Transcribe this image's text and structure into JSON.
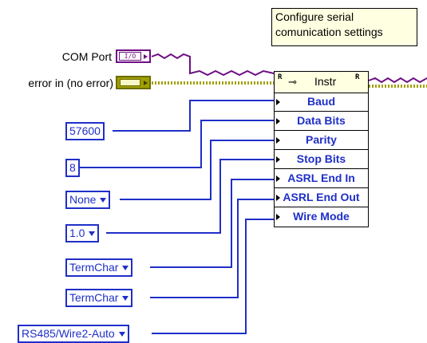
{
  "comment": {
    "line1": "Configure serial",
    "line2": "comunication settings"
  },
  "controls": {
    "com_port_label": "COM Port",
    "com_port_glyph": "I/O",
    "error_in_label": "error in (no error)"
  },
  "node": {
    "title": "Instr",
    "ref_glyph": "R",
    "properties": [
      "Baud",
      "Data Bits",
      "Parity",
      "Stop Bits",
      "ASRL End In",
      "ASRL End Out",
      "Wire Mode"
    ]
  },
  "constants": {
    "baud": "57600",
    "data_bits": "8",
    "parity": "None",
    "stop_bits": "1.0",
    "end_in": "TermChar",
    "end_out": "TermChar",
    "wire_mode": "RS485/Wire2-Auto"
  },
  "colors": {
    "numeric_wire": "#1f2fc8",
    "refnum_wire": "#6d0e82",
    "error_wire": "#a0a000"
  }
}
